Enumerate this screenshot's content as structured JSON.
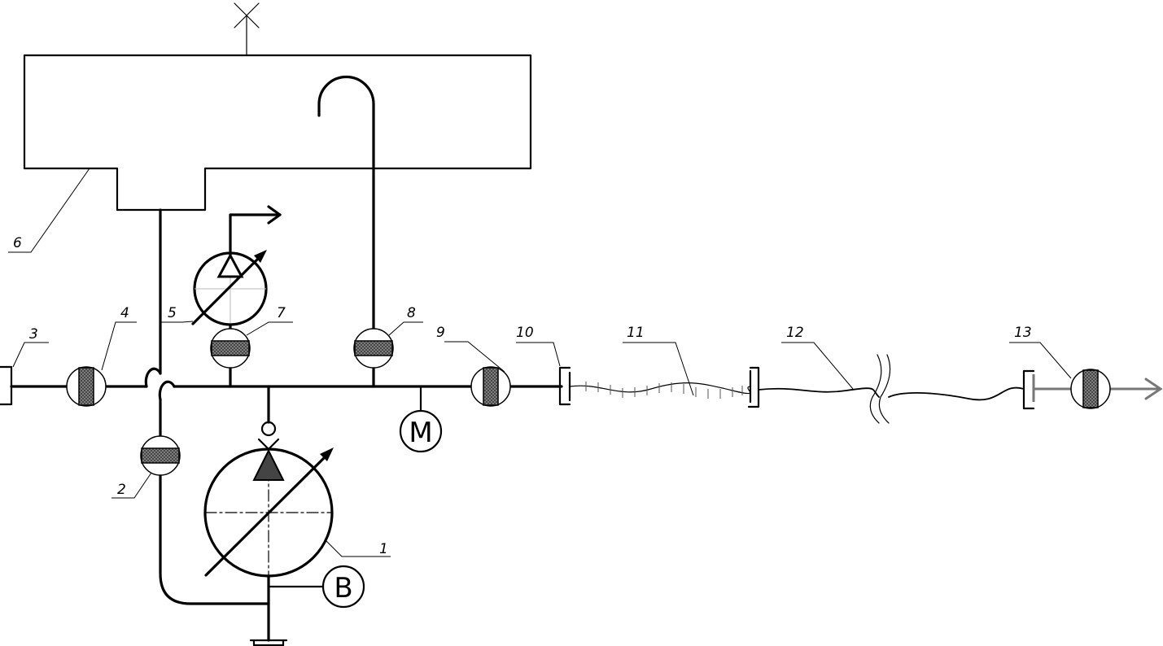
{
  "diagram": {
    "labels": {
      "l1": "1",
      "l2": "2",
      "l3": "3",
      "l4": "4",
      "l5": "5",
      "l6": "6",
      "l7": "7",
      "l8": "8",
      "l9": "9",
      "l10": "10",
      "l11": "11",
      "l12": "12",
      "l13": "13"
    },
    "gauges": {
      "pressure": "M",
      "vacuum": "B"
    },
    "colors": {
      "line": "#000000",
      "valve_fill": "#555555",
      "outlet_gray": "#777777"
    }
  }
}
